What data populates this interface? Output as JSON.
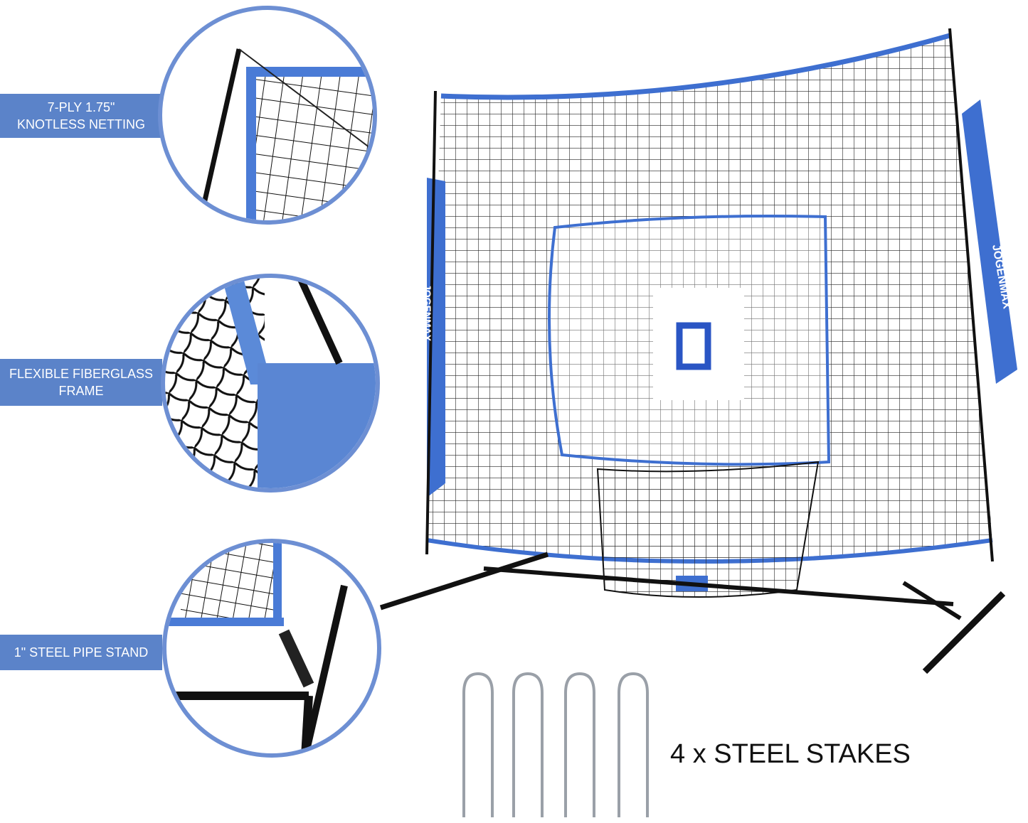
{
  "features": [
    {
      "label_line1": "7-PLY 1.75\"",
      "label_line2": "KNOTLESS NETTING"
    },
    {
      "label_line1": "FLEXIBLE FIBERGLASS",
      "label_line2": "FRAME"
    },
    {
      "label_line1": "1\" STEEL PIPE STAND",
      "label_line2": ""
    }
  ],
  "brand": "JOGENMAX",
  "stakes_caption": "4 x STEEL STAKES",
  "colors": {
    "accent": "#5b83c9",
    "net_blue": "#3e6fd0",
    "frame": "#111111"
  }
}
